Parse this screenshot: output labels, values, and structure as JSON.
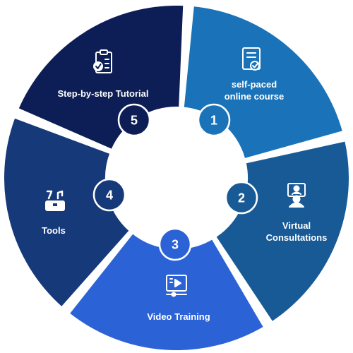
{
  "segments": [
    {
      "number": "1",
      "label_lines": [
        "self-paced",
        "online course"
      ],
      "icon": "certificate-document-icon",
      "color": "#1a73b8"
    },
    {
      "number": "2",
      "label_lines": [
        "Virtual",
        "Consultations"
      ],
      "icon": "video-call-monitor-icon",
      "color": "#185a96"
    },
    {
      "number": "3",
      "label_lines": [
        "Video Training"
      ],
      "icon": "video-player-icon",
      "color": "#2b62d6"
    },
    {
      "number": "4",
      "label_lines": [
        "Tools"
      ],
      "icon": "toolbox-icon",
      "color": "#16397a"
    },
    {
      "number": "5",
      "label_lines": [
        "Step-by-step Tutorial"
      ],
      "icon": "clipboard-check-icon",
      "color": "#0d1d55"
    }
  ],
  "badge_stroke_color": "#ffffff"
}
